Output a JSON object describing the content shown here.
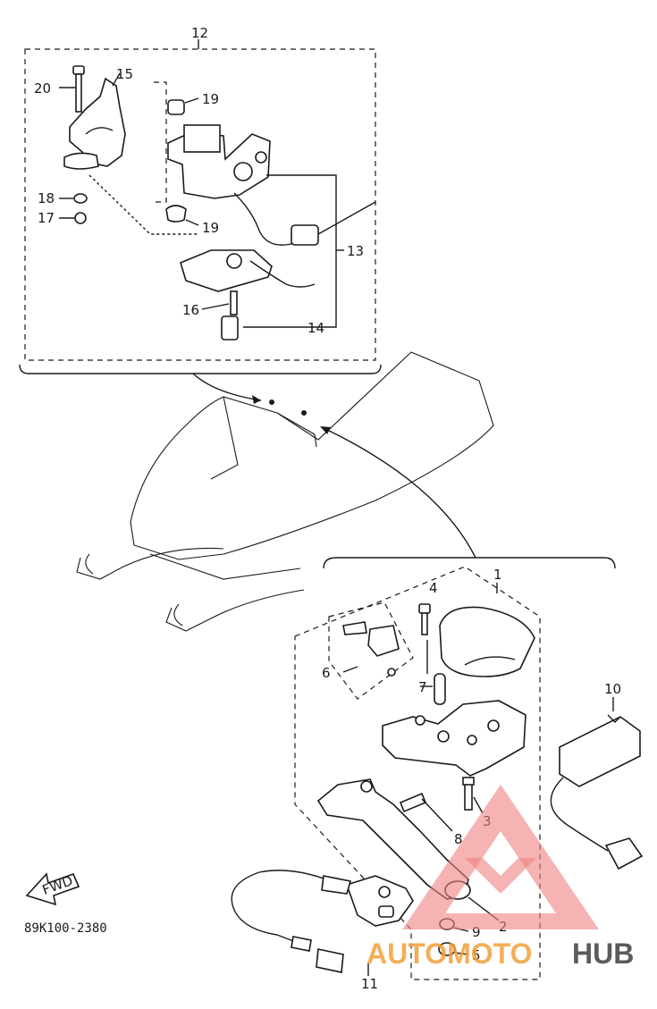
{
  "diagram": {
    "callouts": {
      "c1": "1",
      "c2": "2",
      "c3": "3",
      "c4": "4",
      "c5": "5",
      "c6": "6",
      "c7": "7",
      "c8": "8",
      "c9": "9",
      "c10": "10",
      "c11": "11",
      "c12": "12",
      "c13": "13",
      "c14": "14",
      "c15": "15",
      "c16": "16",
      "c17": "17",
      "c18": "18",
      "c19a": "19",
      "c19b": "19",
      "c20": "20"
    },
    "fwd_label": "FWD",
    "drawing_code": "89K100-2380"
  },
  "watermark": {
    "text_orange": "AUTOMOTO",
    "text_dark": "HUB",
    "color_orange": "#f2a13a",
    "color_dark": "#4a4a4a"
  }
}
